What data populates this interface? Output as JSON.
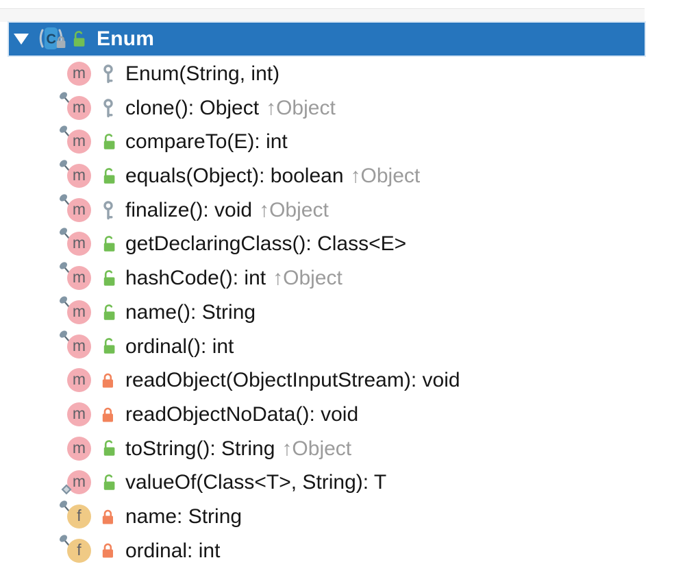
{
  "header": {
    "class_name": "Enum",
    "expanded": true,
    "icons": [
      "collapse-arrow-icon",
      "class-icon",
      "final-lock-overlay-icon",
      "public-lock-icon"
    ]
  },
  "colors": {
    "selection": "#2675BD",
    "header_text": "#FFFFFF",
    "member_text": "#161616",
    "inherited_text": "#9B9B9B",
    "method_badge": "#F4ADB4",
    "field_badge": "#F0CA85",
    "public_green": "#72BE53",
    "private_orange": "#F2835B",
    "protected_gray": "#94A2AD",
    "pin_head": "#8296A5",
    "pin_needle": "#5D6C78"
  },
  "icons": {
    "collapse_arrow": "triangle-down",
    "public": "open-green-lock",
    "protected": "gray-key",
    "private": "closed-orange-lock",
    "final": "pin",
    "static": "diamond"
  },
  "members": [
    {
      "badge": "m",
      "kind": "method",
      "label": "Enum(String, int)",
      "origin": "",
      "visibility": "protected",
      "final": false,
      "static": false
    },
    {
      "badge": "m",
      "kind": "method",
      "label": "clone(): Object",
      "origin": "↑Object",
      "visibility": "protected",
      "final": true,
      "static": false
    },
    {
      "badge": "m",
      "kind": "method",
      "label": "compareTo(E): int",
      "origin": "",
      "visibility": "public",
      "final": true,
      "static": false
    },
    {
      "badge": "m",
      "kind": "method",
      "label": "equals(Object): boolean",
      "origin": "↑Object",
      "visibility": "public",
      "final": true,
      "static": false
    },
    {
      "badge": "m",
      "kind": "method",
      "label": "finalize(): void",
      "origin": "↑Object",
      "visibility": "protected",
      "final": true,
      "static": false
    },
    {
      "badge": "m",
      "kind": "method",
      "label": "getDeclaringClass(): Class<E>",
      "origin": "",
      "visibility": "public",
      "final": true,
      "static": false
    },
    {
      "badge": "m",
      "kind": "method",
      "label": "hashCode(): int",
      "origin": "↑Object",
      "visibility": "public",
      "final": true,
      "static": false
    },
    {
      "badge": "m",
      "kind": "method",
      "label": "name(): String",
      "origin": "",
      "visibility": "public",
      "final": true,
      "static": false
    },
    {
      "badge": "m",
      "kind": "method",
      "label": "ordinal(): int",
      "origin": "",
      "visibility": "public",
      "final": true,
      "static": false
    },
    {
      "badge": "m",
      "kind": "method",
      "label": "readObject(ObjectInputStream): void",
      "origin": "",
      "visibility": "private",
      "final": false,
      "static": false
    },
    {
      "badge": "m",
      "kind": "method",
      "label": "readObjectNoData(): void",
      "origin": "",
      "visibility": "private",
      "final": false,
      "static": false
    },
    {
      "badge": "m",
      "kind": "method",
      "label": "toString(): String",
      "origin": "↑Object",
      "visibility": "public",
      "final": false,
      "static": false
    },
    {
      "badge": "m",
      "kind": "method",
      "label": "valueOf(Class<T>, String): T",
      "origin": "",
      "visibility": "public",
      "final": false,
      "static": true
    },
    {
      "badge": "f",
      "kind": "field",
      "label": "name: String",
      "origin": "",
      "visibility": "private",
      "final": true,
      "static": false
    },
    {
      "badge": "f",
      "kind": "field",
      "label": "ordinal: int",
      "origin": "",
      "visibility": "private",
      "final": true,
      "static": false
    }
  ]
}
